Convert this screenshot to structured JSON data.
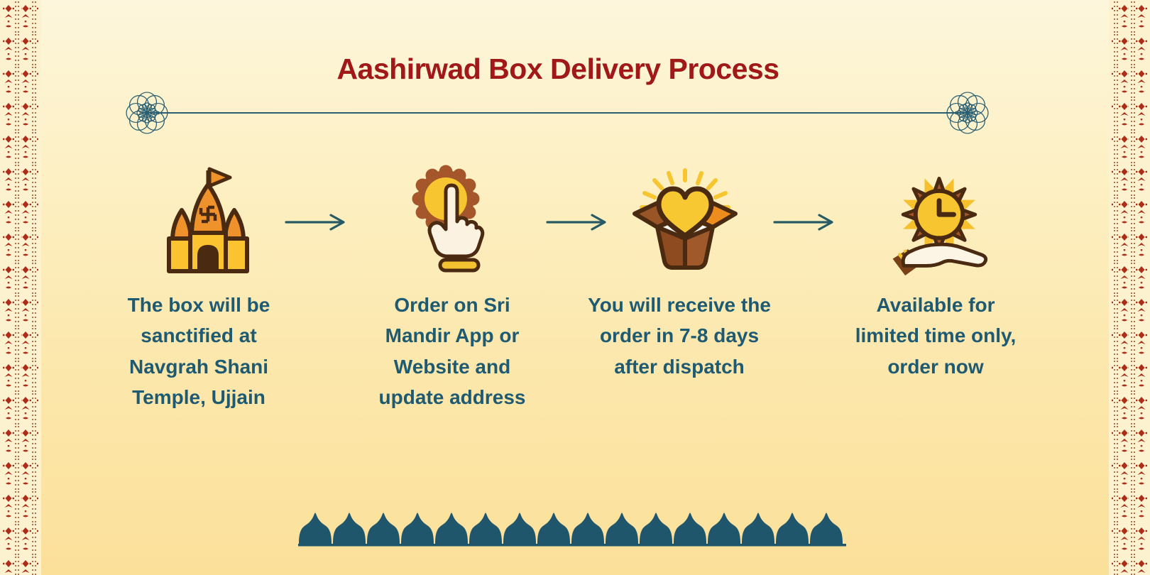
{
  "title": "Aashirwad Box Delivery Process",
  "steps": [
    {
      "icon": "temple-icon",
      "caption": [
        "The box will be",
        "sanctified at",
        "Navgrah Shani",
        "Temple, Ujjain"
      ]
    },
    {
      "icon": "tap-to-order-icon",
      "caption": [
        "Order on Sri",
        "Mandir App or",
        "Website and",
        "update address"
      ]
    },
    {
      "icon": "open-box-heart-icon",
      "caption": [
        "You will receive the",
        "order in 7-8 days",
        "after dispatch"
      ]
    },
    {
      "icon": "clock-in-hand-icon",
      "caption": [
        "Available for",
        "limited time only,",
        "order now"
      ]
    }
  ],
  "colors": {
    "title_red": "#A01818",
    "caption_teal": "#1E5A72",
    "decor_teal": "#2A5F72",
    "dome_teal": "#1F566B",
    "icon_orange": "#F0922B",
    "icon_yellow": "#F8C631",
    "icon_dark_brown": "#4A2B12",
    "icon_mid_brown": "#A5562A",
    "border_motif_red": "#AC2D18",
    "background_top": "#FDF6DC",
    "background_bottom": "#FBE09A"
  },
  "decor": {
    "dome_count": 16,
    "divider_ornament": "mandala-rosette",
    "side_border_style": "red-embroidery-strips"
  }
}
